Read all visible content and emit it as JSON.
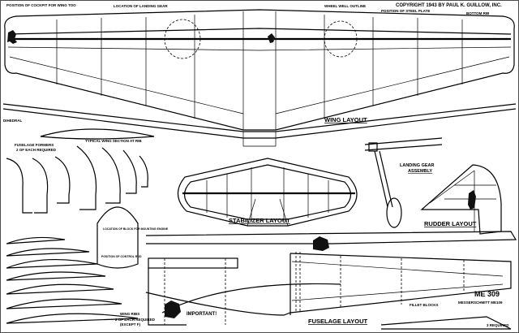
{
  "plan": {
    "wing_layout": "WING LAYOUT",
    "stabilizer_layout": "STABILIZER LAYOUT",
    "rudder_layout": "RUDDER LAYOUT",
    "fuselage_layout": "FUSELAGE LAYOUT",
    "landing_gear": [
      "LANDING GEAR",
      "ASSEMBLY"
    ],
    "fuselage_formers": [
      "FUSELAGE FORMERS",
      "2 OF EACH REQUIRED"
    ],
    "wing_ribs": [
      "WING RIBS",
      "2 OF EACH REQUIRED",
      "(EXCEPT F)"
    ],
    "important": "IMPORTANT!",
    "model_name": [
      "ME 309",
      "MESSERSCHMITT ME109"
    ],
    "copyright": "COPYRIGHT 1943 BY PAUL K. GUILLOW, INC.",
    "notes": {
      "cockpit_position": "POSITION OF COCKPIT FOR WING TOO",
      "landing_gear_location": "LOCATION OF LANDING GEAR",
      "wheel_well": "WHEEL WELL OUTLINE",
      "position_hint": "POSITION OF STEEL PLATE",
      "bottom_rib": "BOTTOM RIB",
      "dihedral": "DIHEDRAL",
      "location_of_block": "LOCATION OF BLOCK FOR MOUNTING ENGINE",
      "position_control": "POSITION OF CONTROL ROD",
      "stab_note": "TYPICAL WING SECTION AT RIB",
      "fillet": "FILLET BLOCKS",
      "three_required": "3 REQUIRED"
    }
  }
}
